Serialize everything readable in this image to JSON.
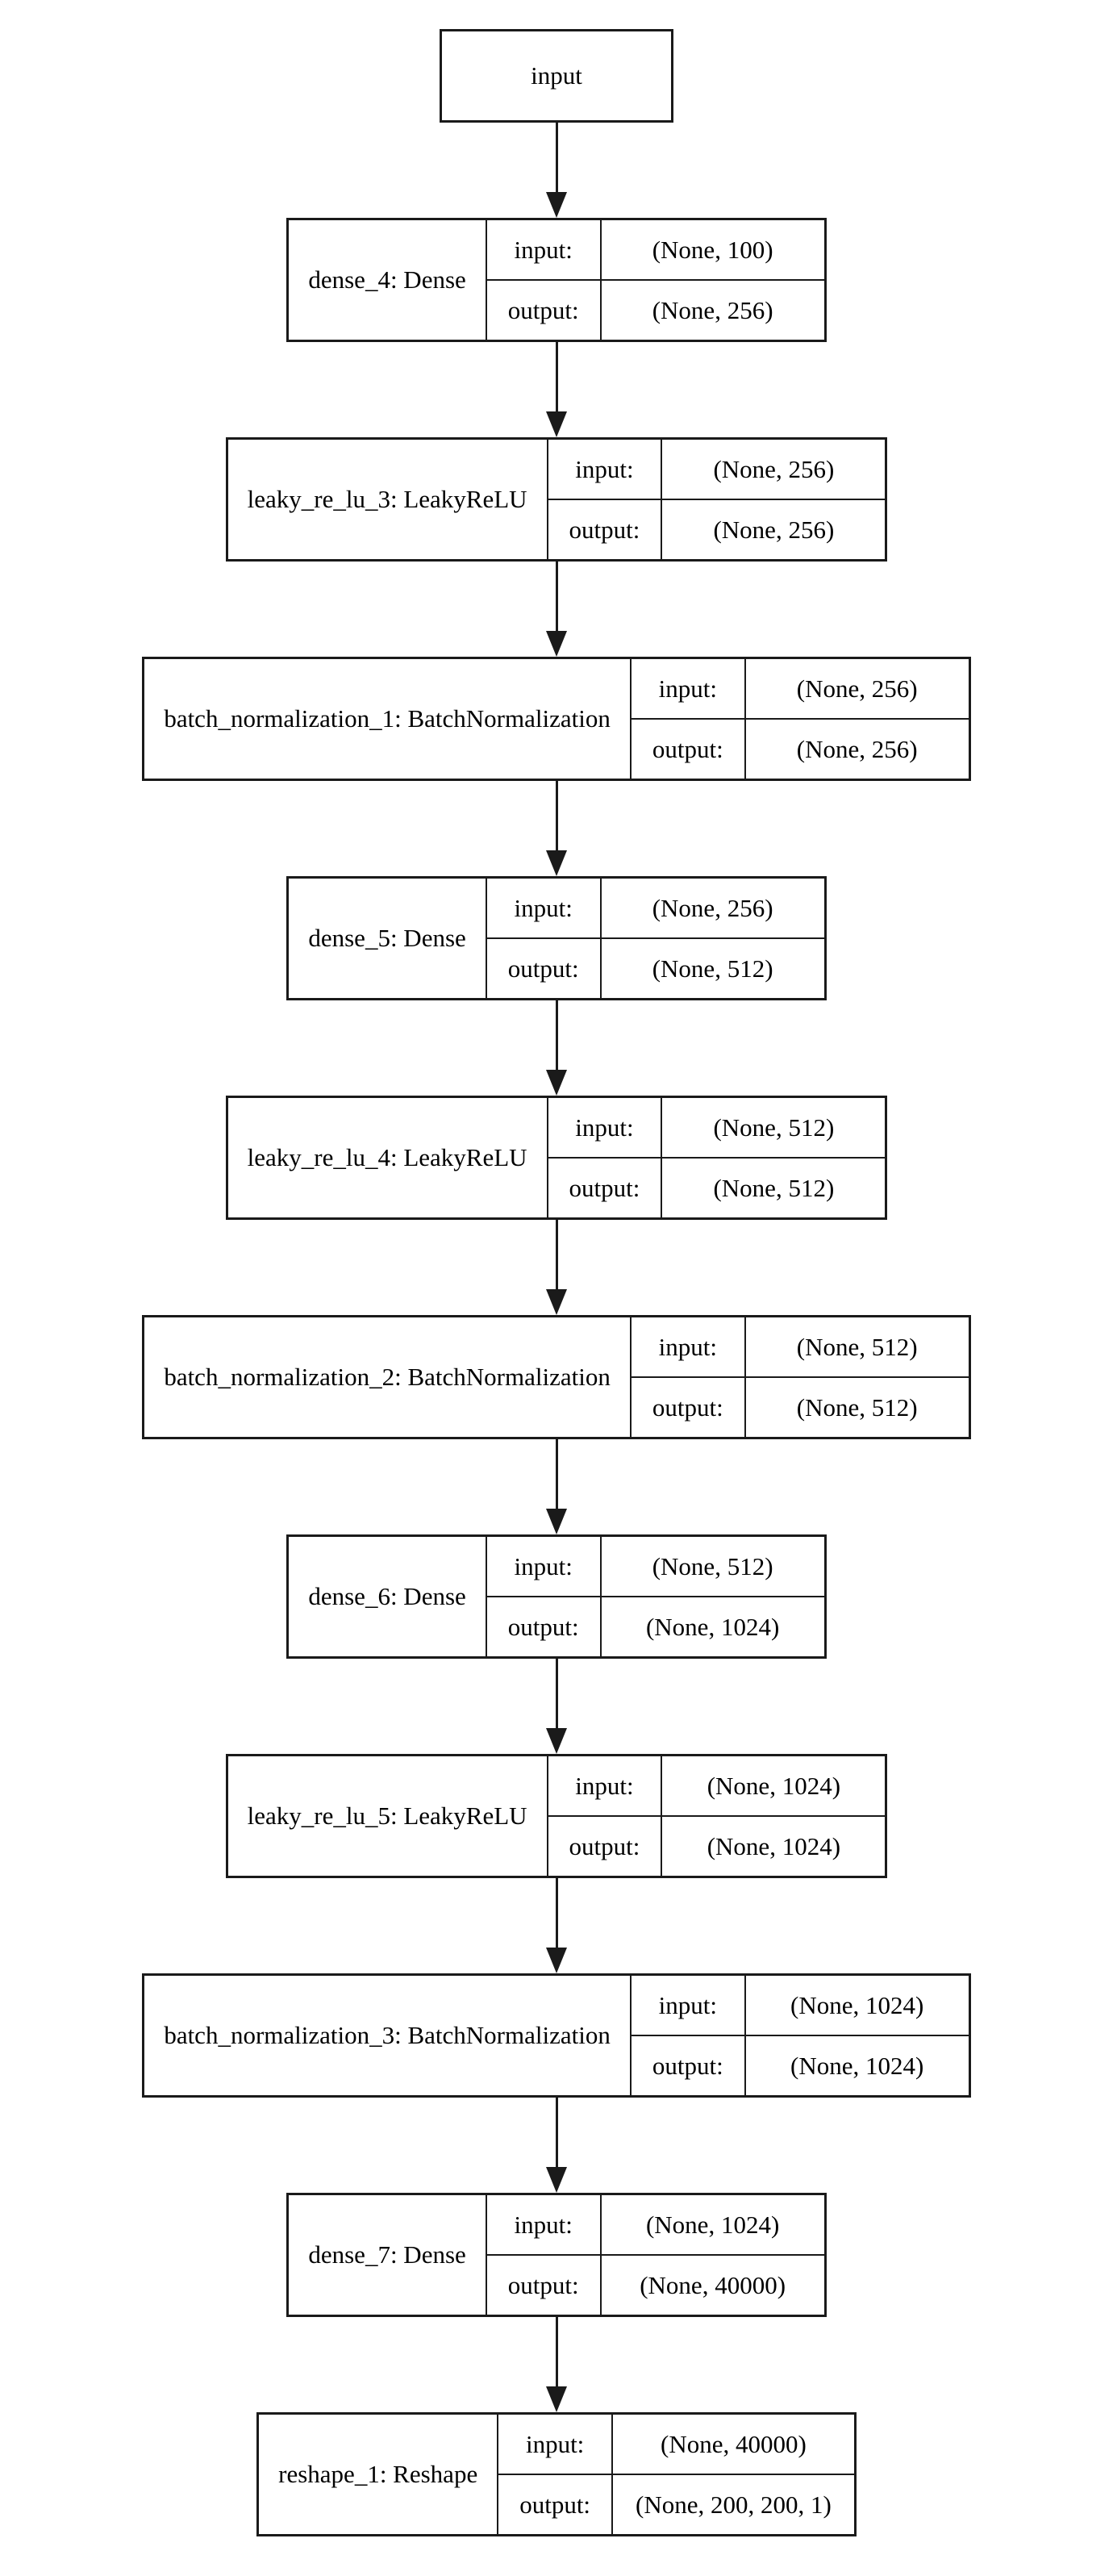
{
  "diagram": {
    "type": "keras-model-plot",
    "background_color": "#ffffff",
    "border_color": "#1a1a1a",
    "text_color": "#000000",
    "io_labels": {
      "input": "input:",
      "output": "output:"
    },
    "input_node": {
      "label": "input"
    },
    "layers": [
      {
        "name": "dense_4: Dense",
        "input_shape": "(None, 100)",
        "output_shape": "(None, 256)"
      },
      {
        "name": "leaky_re_lu_3: LeakyReLU",
        "input_shape": "(None, 256)",
        "output_shape": "(None, 256)"
      },
      {
        "name": "batch_normalization_1: BatchNormalization",
        "input_shape": "(None, 256)",
        "output_shape": "(None, 256)"
      },
      {
        "name": "dense_5: Dense",
        "input_shape": "(None, 256)",
        "output_shape": "(None, 512)"
      },
      {
        "name": "leaky_re_lu_4: LeakyReLU",
        "input_shape": "(None, 512)",
        "output_shape": "(None, 512)"
      },
      {
        "name": "batch_normalization_2: BatchNormalization",
        "input_shape": "(None, 512)",
        "output_shape": "(None, 512)"
      },
      {
        "name": "dense_6: Dense",
        "input_shape": "(None, 512)",
        "output_shape": "(None, 1024)"
      },
      {
        "name": "leaky_re_lu_5: LeakyReLU",
        "input_shape": "(None, 1024)",
        "output_shape": "(None, 1024)"
      },
      {
        "name": "batch_normalization_3: BatchNormalization",
        "input_shape": "(None, 1024)",
        "output_shape": "(None, 1024)"
      },
      {
        "name": "dense_7: Dense",
        "input_shape": "(None, 1024)",
        "output_shape": "(None, 40000)"
      },
      {
        "name": "reshape_1: Reshape",
        "input_shape": "(None, 40000)",
        "output_shape": "(None, 200, 200, 1)"
      }
    ]
  }
}
